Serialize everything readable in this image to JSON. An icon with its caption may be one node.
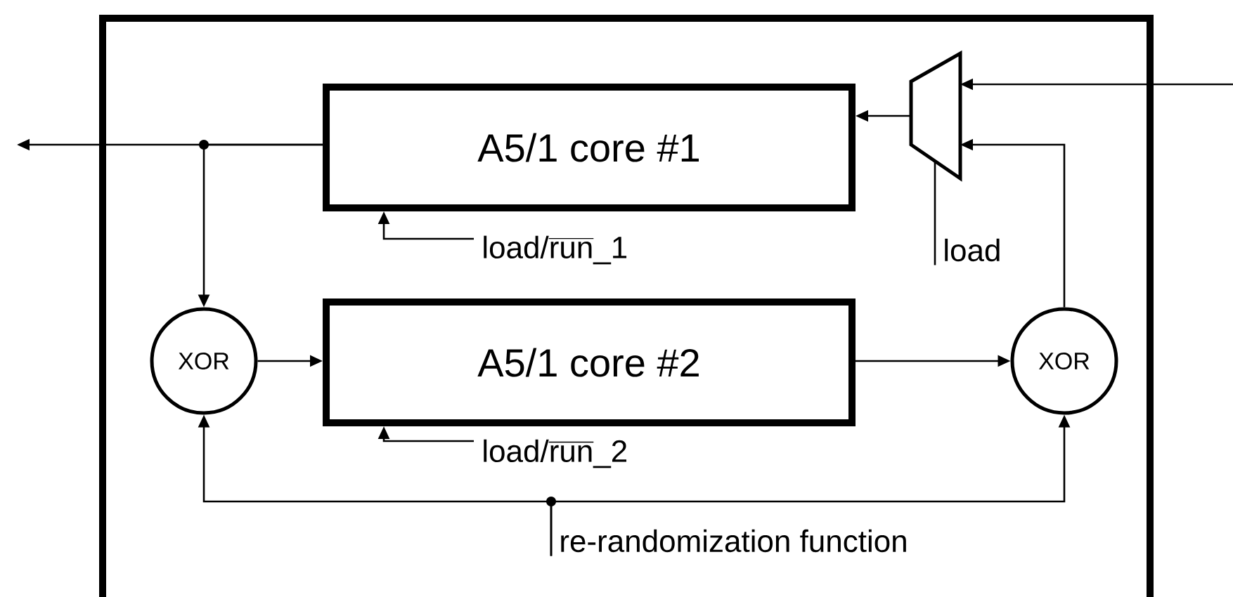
{
  "diagram": {
    "nodes": [
      {
        "text": [],
        "shape": "box"
      },
      {
        "text": [
          "A5/1 core #1"
        ],
        "in": 0
      },
      {
        "text": [
          "A5/1 core #2"
        ],
        "in": 0
      },
      {
        "text": [
          "XOR"
        ],
        "in": 0
      },
      {
        "text": [
          "XOR"
        ],
        "in": 0
      },
      {
        "text": [],
        "shape": "trapezoid",
        "in": 0
      },
      {
        "text": [
          "load/run_1"
        ],
        "in": 0
      },
      {
        "text": [
          "load/run_2"
        ],
        "in": 0
      },
      {
        "text": [
          "load"
        ],
        "in": 0
      },
      {
        "text": [
          "re-randomization function"
        ],
        "in": 0
      }
    ],
    "edges": [
      {
        "from": 1,
        "to": null,
        "arrow": "to"
      },
      {
        "from": 1,
        "to": 3,
        "arrow": "to"
      },
      {
        "from": 3,
        "to": 2,
        "arrow": "to"
      },
      {
        "from": 2,
        "to": 4,
        "arrow": "to"
      },
      {
        "from": 4,
        "to": 5,
        "arrow": "to"
      },
      {
        "from": null,
        "to": 5,
        "arrow": "to"
      },
      {
        "from": 5,
        "to": 1,
        "arrow": "to"
      },
      {
        "from": 6,
        "to": 1,
        "arrow": "to"
      },
      {
        "from": 7,
        "to": 2,
        "arrow": "to"
      },
      {
        "from": 8,
        "to": 5,
        "arrow": "none"
      },
      {
        "from": 9,
        "to": 3,
        "arrow": "to"
      },
      {
        "from": 9,
        "to": 4,
        "arrow": "to"
      }
    ]
  }
}
